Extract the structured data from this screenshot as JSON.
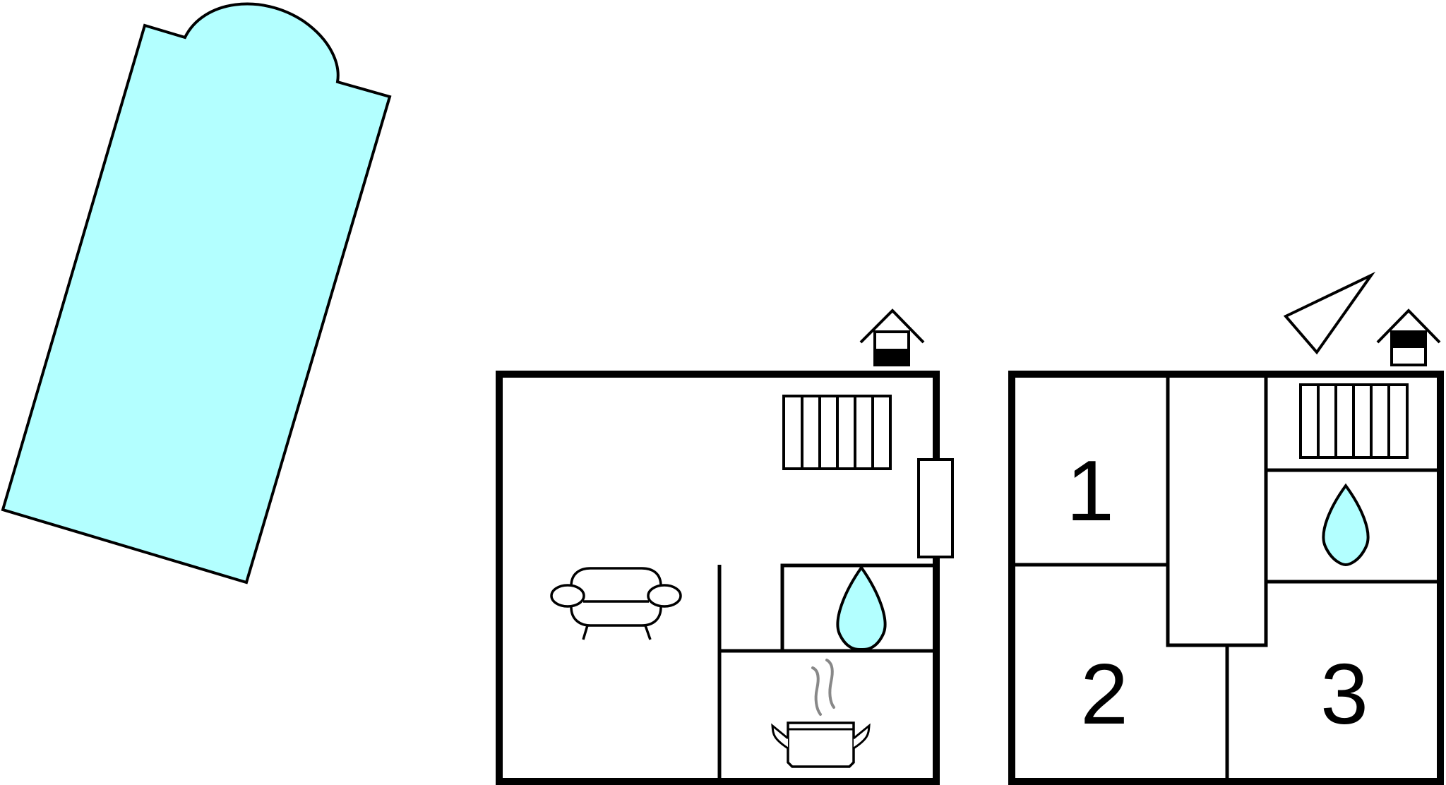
{
  "colors": {
    "stroke": "#000000",
    "pool_fill": "#b3ffff",
    "water_fill": "#b3ffff",
    "steam": "#888888",
    "background": "#ffffff"
  },
  "icons": {
    "pool": "pool-shape",
    "radiator": "radiator-icon",
    "water_drop": "water-drop-icon",
    "sofa": "sofa-icon",
    "cooking_pot": "cooking-pot-icon",
    "floor_indicator": "house-floor-icon",
    "north_arrow": "north-arrow-icon"
  },
  "floor_plans": [
    {
      "name": "ground-floor",
      "level_indicator": "ground",
      "rooms": [
        "living-room",
        "bathroom",
        "kitchen"
      ]
    },
    {
      "name": "upper-floor",
      "level_indicator": "upper",
      "rooms": [
        {
          "label": "1"
        },
        {
          "label": "2"
        },
        {
          "label": "3"
        }
      ]
    }
  ]
}
